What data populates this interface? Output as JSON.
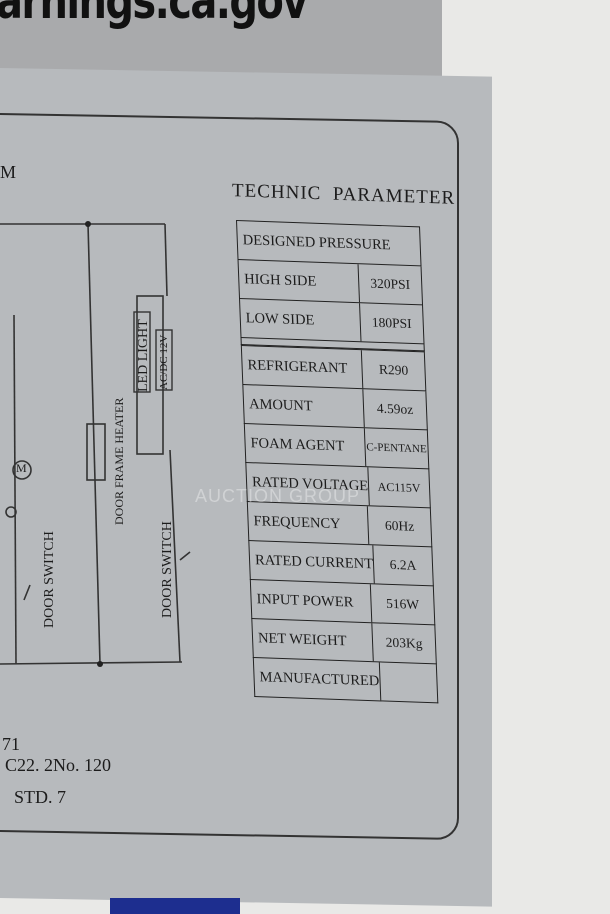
{
  "sticker": {
    "text": "arnings.ca.gov"
  },
  "diagram": {
    "motor_label": "M",
    "partial_label": "M",
    "door_switch_left": "DOOR SWITCH",
    "door_frame_heater": "DOOR FRAME HEATER",
    "led_light": "LED LIGHT",
    "led_voltage": "AC/DC 12V",
    "door_switch_right": "DOOR SWITCH"
  },
  "technic": {
    "title": "TECHNIC  PARAMETER",
    "header": "DESIGNED PRESSURE",
    "pressure_rows": [
      {
        "label": "HIGH SIDE",
        "value": "320PSI"
      },
      {
        "label": "LOW SIDE",
        "value": "180PSI"
      }
    ],
    "rows": [
      {
        "label": "REFRIGERANT",
        "value": "R290"
      },
      {
        "label": "AMOUNT",
        "value": "4.59oz"
      },
      {
        "label": "FOAM AGENT",
        "value": "C-PENTANE"
      },
      {
        "label": "RATED VOLTAGE",
        "value": "AC115V"
      },
      {
        "label": "FREQUENCY",
        "value": "60Hz"
      },
      {
        "label": "RATED CURRENT",
        "value": "6.2A"
      },
      {
        "label": "INPUT POWER",
        "value": "516W"
      },
      {
        "label": "NET WEIGHT",
        "value": "203Kg"
      },
      {
        "label": "MANUFACTURED",
        "value": ""
      }
    ]
  },
  "footer": {
    "line1": "71",
    "line2": ". C22. 2No. 120",
    "line3": "STD. 7"
  },
  "watermark": "AUCTION GROUP"
}
